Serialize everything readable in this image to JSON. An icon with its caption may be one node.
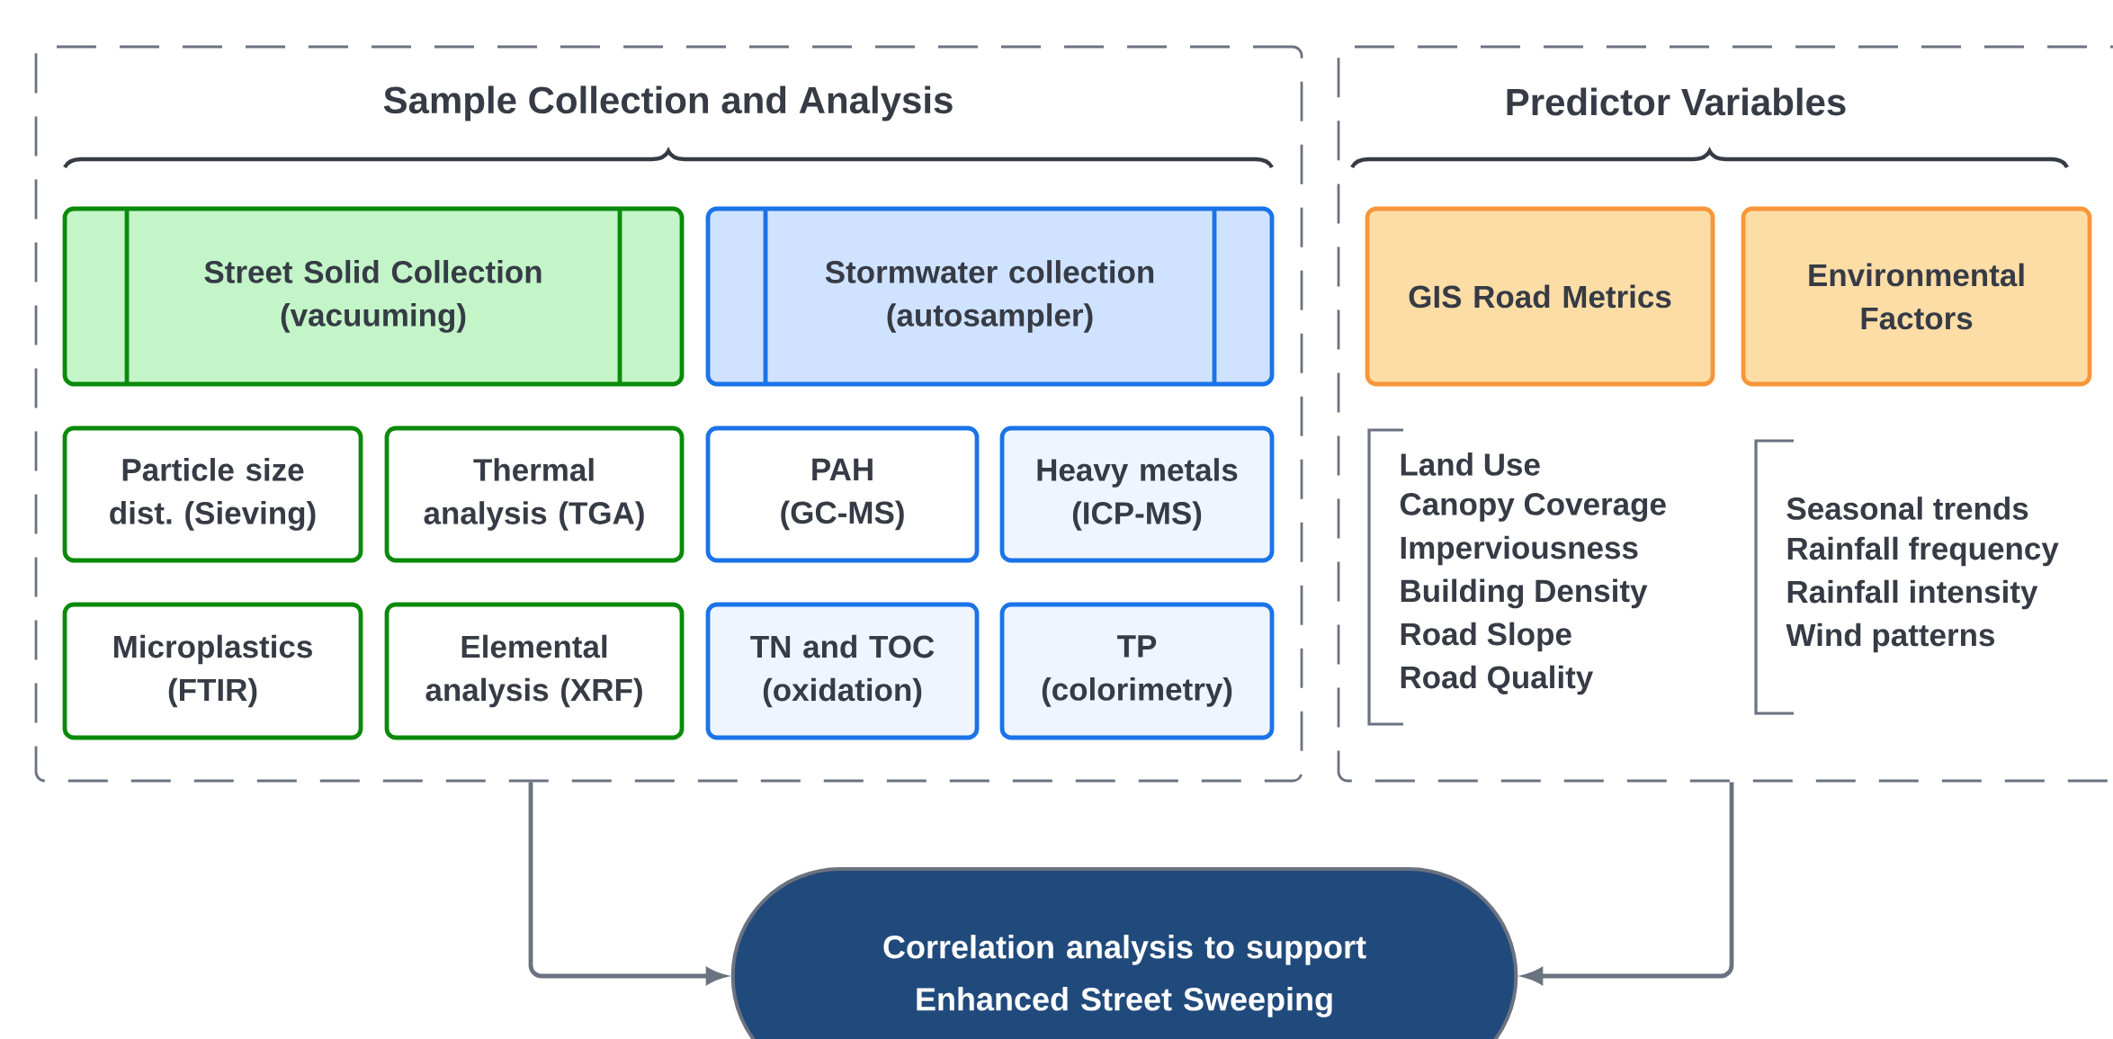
{
  "diagram": {
    "nodes": [
      {
        "text": [
          "Sample Collection and Analysis"
        ]
      },
      {
        "text": [
          "Street Solid Collection (vacuuming)"
        ],
        "in": 0
      },
      {
        "text": [
          "Stormwater collection (autosampler)"
        ],
        "in": 0
      },
      {
        "text": [
          "Particle size dist. (Sieving)"
        ],
        "in": 0
      },
      {
        "text": [
          "Thermal analysis (TGA)"
        ],
        "in": 0
      },
      {
        "text": [
          "PAH (GC-MS)"
        ],
        "in": 0
      },
      {
        "text": [
          "Heavy metals (ICP-MS)"
        ],
        "in": 0
      },
      {
        "text": [
          "Microplastics (FTIR)"
        ],
        "in": 0
      },
      {
        "text": [
          "Elemental analysis (XRF)"
        ],
        "in": 0
      },
      {
        "text": [
          "TN and TOC (oxidation)"
        ],
        "in": 0
      },
      {
        "text": [
          "TP (colorimetry)"
        ],
        "in": 0
      },
      {
        "text": [
          "Predictor Variables"
        ]
      },
      {
        "text": [
          "GIS Road Metrics"
        ],
        "in": 11
      },
      {
        "text": [
          "Environmental Factors"
        ],
        "in": 11
      },
      {
        "text": [
          "Correlation analysis to support Enhanced Street Sweeping"
        ]
      }
    ],
    "edges": [
      {
        "from": 0,
        "to": 14,
        "arrow": "to"
      },
      {
        "from": 11,
        "to": 14,
        "arrow": "to"
      }
    ],
    "labels": [
      "Land Use",
      "Canopy Coverage",
      "Imperviousness",
      "Building Density",
      "Road Slope",
      "Road Quality",
      "Seasonal trends",
      "Rainfall frequency",
      "Rainfall intensity",
      "Wind patterns"
    ]
  }
}
